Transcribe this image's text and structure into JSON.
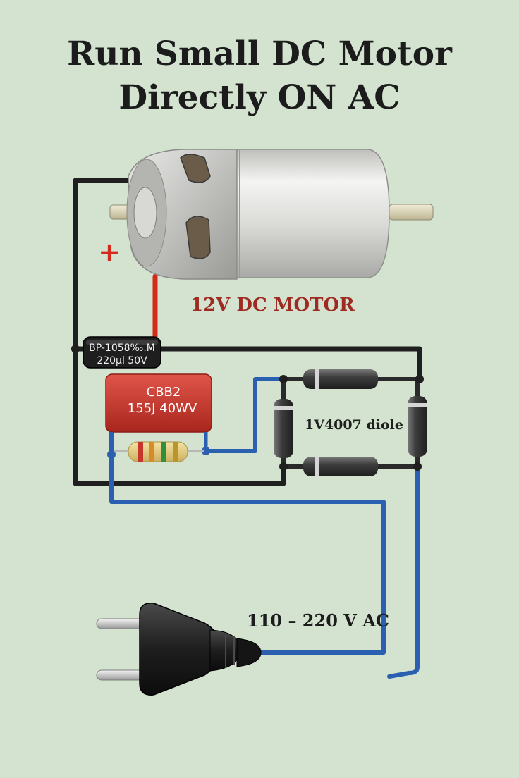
{
  "title": {
    "line1": "Run Small DC Motor",
    "line2": "Directly ON AC"
  },
  "motor": {
    "label": "12V DC MOTOR",
    "plus_sign": "+"
  },
  "electrolytic_capacitor": {
    "line1": "BP-1058‰.M",
    "line2": "220µl 50V"
  },
  "film_capacitor": {
    "line1": "CBB2",
    "line2": "155J 40WV"
  },
  "diode_label": "1V4007 diole",
  "ac_label": "110 – 220 V AC",
  "colors": {
    "background": "#d3e3cf",
    "wire_black": "#1f1f1f",
    "wire_blue": "#2b5fb0",
    "wire_red": "#d42a1e",
    "motor_label": "#9e2a22",
    "film_cap": "#c8352a"
  }
}
